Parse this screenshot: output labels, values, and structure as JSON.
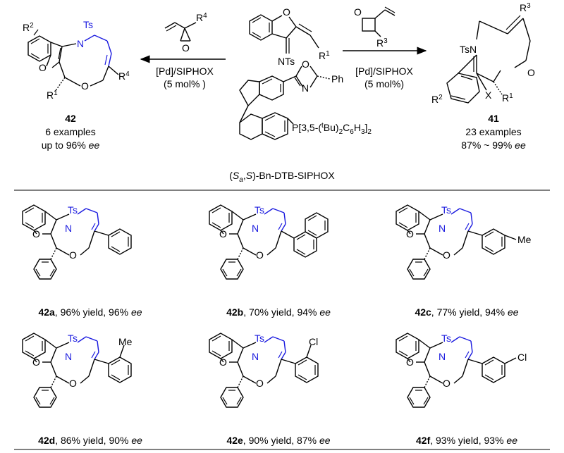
{
  "top": {
    "left_product": {
      "id": "42",
      "examples": "6 examples",
      "ee_prefix": "up to 96% ",
      "ee": "ee"
    },
    "right_product": {
      "id": "41",
      "examples": "23 examples",
      "ee_prefix": "87% ~ 99% ",
      "ee": "ee"
    },
    "left_arrow": {
      "catalyst": "[Pd]/SIPHOX",
      "loading": "(5 mol% )"
    },
    "right_arrow": {
      "catalyst": "[Pd]/SIPHOX",
      "loading": "(5 mol%)"
    },
    "ligand_name": {
      "open": "(",
      "sa": "S",
      "sa_sub": "a",
      "comma": ",",
      "s": "S",
      "close": ")-Bn-DTB-SIPHOX"
    },
    "ligand_phosphine": "P[3,5-(",
    "ligand_phosphine_t": "t",
    "ligand_phosphine_rest": "Bu)",
    "ligand_phosphine_2a": "2",
    "ligand_phosphine_c6": "C",
    "ligand_phosphine_6": "6",
    "ligand_phosphine_h": "H",
    "ligand_phosphine_3": "3",
    "ligand_phosphine_close": "]",
    "ligand_phosphine_2b": "2",
    "labels": {
      "R1": "R",
      "sup1": "1",
      "R2": "R",
      "sup2": "2",
      "R3": "R",
      "sup3": "3",
      "R4": "R",
      "sup4": "4",
      "NTs": "NTs",
      "Ts": "Ts",
      "N": "N",
      "O": "O",
      "X": "X",
      "Ph": "Ph",
      "TsN": "TsN"
    }
  },
  "products": [
    {
      "id": "42a",
      "yield": ", 96% yield, 96% ",
      "ee": "ee",
      "substituent": ""
    },
    {
      "id": "42b",
      "yield": ", 70% yield, 94% ",
      "ee": "ee",
      "substituent": ""
    },
    {
      "id": "42c",
      "yield": ", 77% yield, 94% ",
      "ee": "ee",
      "substituent": "Me"
    },
    {
      "id": "42d",
      "yield": ", 86% yield, 90% ",
      "ee": "ee",
      "substituent": "Me"
    },
    {
      "id": "42e",
      "yield": ", 90% yield, 87% ",
      "ee": "ee",
      "substituent": "Cl"
    },
    {
      "id": "42f",
      "yield": ", 93% yield, 93% ",
      "ee": "ee",
      "substituent": "Cl"
    }
  ]
}
